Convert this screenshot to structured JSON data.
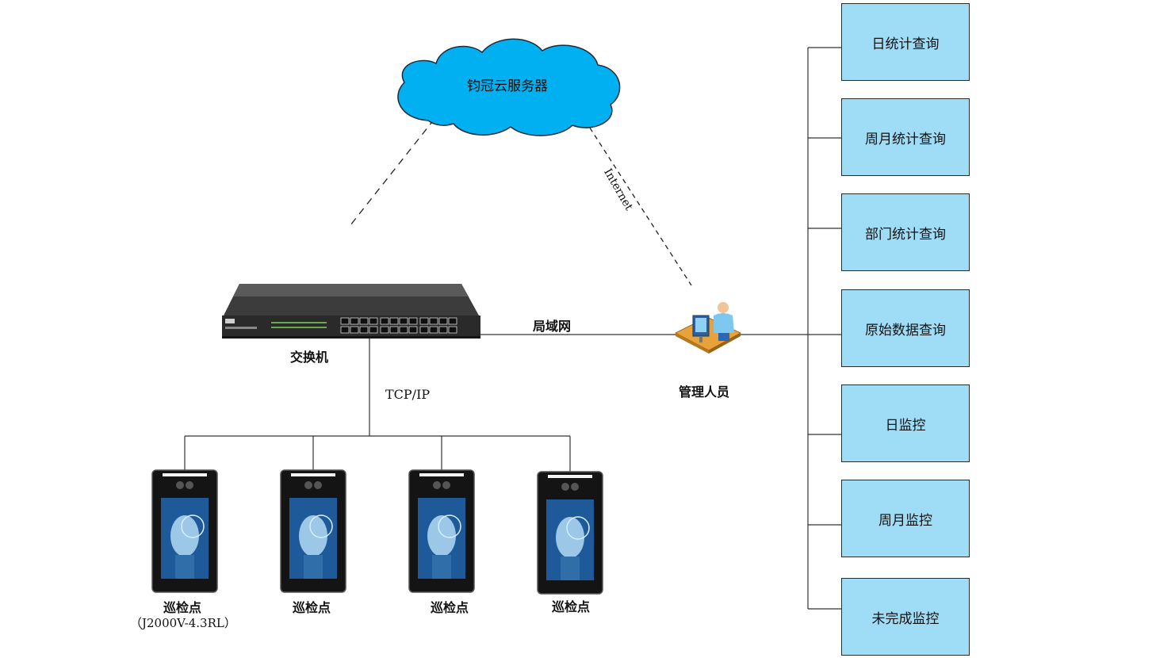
{
  "cloud": {
    "label": "钧冠云服务器",
    "color": "#00b0f0"
  },
  "links": {
    "internet": "Internet",
    "lan": "局域网",
    "tcpip": "TCP/IP"
  },
  "switch": {
    "label": "交换机",
    "icon": "network-switch-icon"
  },
  "manager": {
    "label": "管理人员",
    "icon": "operator-computer-icon"
  },
  "terminals": [
    {
      "label": "巡检点",
      "model": "（J2000V-4.3RL）"
    },
    {
      "label": "巡检点"
    },
    {
      "label": "巡检点"
    },
    {
      "label": "巡检点"
    }
  ],
  "functions": [
    "日统计查询",
    "周月统计查询",
    "部门统计查询",
    "原始数据查询",
    "日监控",
    "周月监控",
    "未完成监控"
  ],
  "colors": {
    "function_box": "#9fdcf5",
    "cloud": "#00b0f0"
  }
}
